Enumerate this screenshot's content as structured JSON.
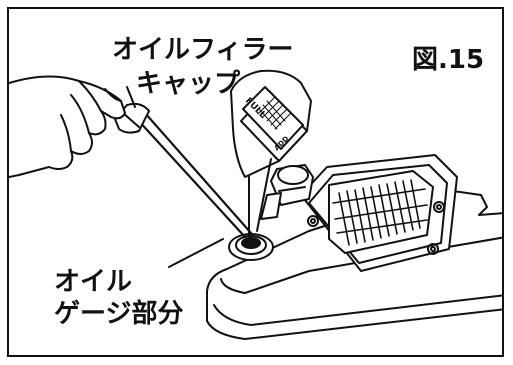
{
  "figure_label": "図.15",
  "labels": {
    "oil_filler_cap_line1": "オイルフィラー",
    "oil_filler_cap_line2": "キャップ",
    "oil_gauge_line1": "オイル",
    "oil_gauge_line2": "ゲージ部分"
  },
  "dipstick_marks": {
    "full": "FULL",
    "add": "ADD"
  }
}
